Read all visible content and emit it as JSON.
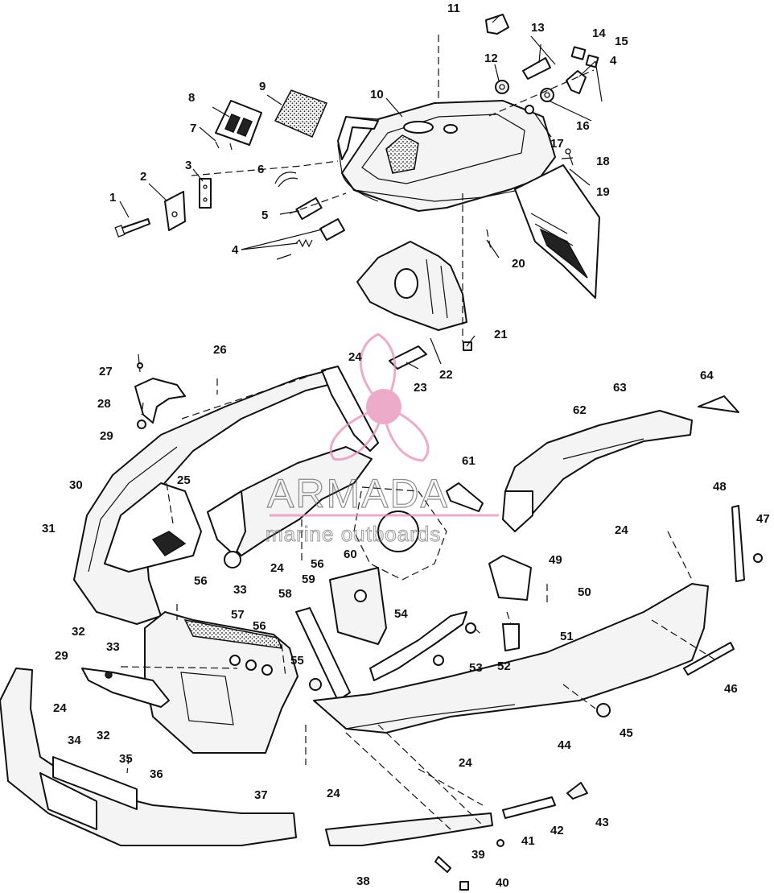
{
  "watermark": {
    "brand": "ARMADA",
    "tagline": "marine outboards",
    "color": "#e58fb8"
  },
  "callouts": {
    "c1": "1",
    "c2": "2",
    "c3": "3",
    "c4a": "4",
    "c4b": "4",
    "c5": "5",
    "c6": "6",
    "c7": "7",
    "c8": "8",
    "c9": "9",
    "c10": "10",
    "c11": "11",
    "c12": "12",
    "c13": "13",
    "c14": "14",
    "c15": "15",
    "c16": "16",
    "c17": "17",
    "c18": "18",
    "c19": "19",
    "c20": "20",
    "c21": "21",
    "c22": "22",
    "c23": "23",
    "c24a": "24",
    "c24b": "24",
    "c24c": "24",
    "c24d": "24",
    "c24e": "24",
    "c24f": "24",
    "c25": "25",
    "c26": "26",
    "c27": "27",
    "c28": "28",
    "c29a": "29",
    "c29b": "29",
    "c30": "30",
    "c31": "31",
    "c32a": "32",
    "c32b": "32",
    "c33a": "33",
    "c33b": "33",
    "c34": "34",
    "c35": "35",
    "c36": "36",
    "c37": "37",
    "c38": "38",
    "c39": "39",
    "c40": "40",
    "c41": "41",
    "c42": "42",
    "c43": "43",
    "c44": "44",
    "c45": "45",
    "c46": "46",
    "c47": "47",
    "c48": "48",
    "c49": "49",
    "c50": "50",
    "c51": "51",
    "c52": "52",
    "c53": "53",
    "c54": "54",
    "c55": "55",
    "c56a": "56",
    "c56b": "56",
    "c56c": "56",
    "c57": "57",
    "c58": "58",
    "c59": "59",
    "c60": "60",
    "c61": "61",
    "c62": "62",
    "c63": "63",
    "c64": "64"
  }
}
